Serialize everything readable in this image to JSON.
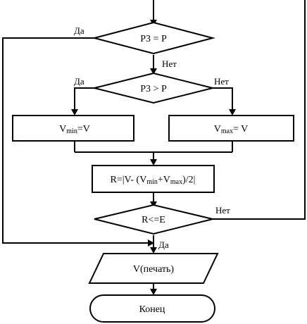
{
  "nodes": {
    "decision_p3_eq_p": "P3 = P",
    "decision_p3_gt_p": "P3 > P",
    "vmin_assign": {
      "var": "V",
      "sub": "min",
      "rest": "=V"
    },
    "vmax_assign": {
      "var": "V",
      "sub": "max",
      "rest": "= V"
    },
    "r_formula": {
      "head": "R=|V- (V",
      "sub1": "min",
      "mid": "+V",
      "sub2": "max",
      "tail": ")/2|"
    },
    "decision_r_le_e": "R<=E",
    "output_v": "V(печать)",
    "end": "Конец"
  },
  "edges": {
    "yes_1": "Да",
    "no_1": "Нет",
    "yes_2": "Да",
    "no_2": "Нет",
    "no_3": "Нет",
    "yes_3": "Да"
  }
}
